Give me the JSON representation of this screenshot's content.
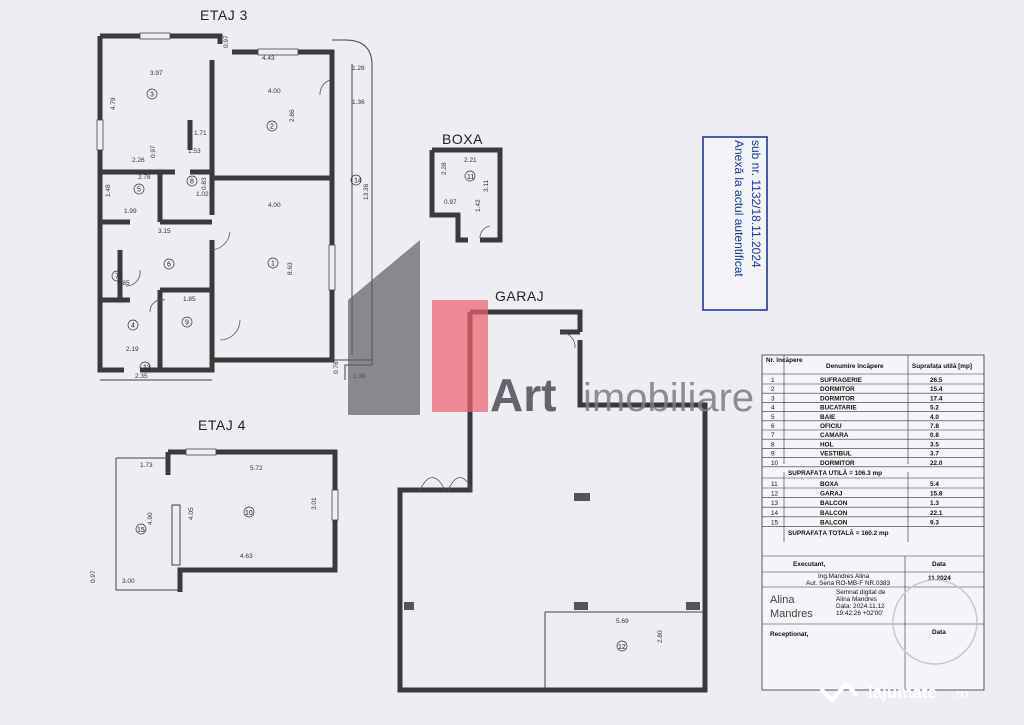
{
  "floor_labels": {
    "etaj3": "ETAJ 3",
    "boxa": "BOXA",
    "garaj": "GARAJ",
    "etaj4": "ETAJ 4"
  },
  "etaj3_dims": [
    "3.97",
    "4.43",
    "0.97",
    "1.28",
    "4.00",
    "1.36",
    "4.79",
    "2.86",
    "1.71",
    "1.53",
    "2.26",
    "0.97",
    "2.78",
    "0.83",
    "1.02",
    "1.48",
    "1.99",
    "4.00",
    "13.36",
    "3.15",
    "8.63",
    "1.85",
    "1.85",
    "2.19",
    "2.35",
    "0.76",
    "1.38"
  ],
  "etaj3_rooms": [
    "3",
    "2",
    "14",
    "5",
    "8",
    "6",
    "1",
    "7",
    "4",
    "9",
    "13"
  ],
  "boxa_dims": [
    "2.21",
    "2.28",
    "3.11",
    "0.97",
    "1.42"
  ],
  "boxa_room": "11",
  "etaj4_dims": [
    "1.73",
    "5.72",
    "4.90",
    "4.05",
    "3.01",
    "4.63",
    "0.97",
    "3.00"
  ],
  "etaj4_rooms": [
    "15",
    "10"
  ],
  "garaj_dims": [
    "5.69",
    "2.80"
  ],
  "garaj_room": "12",
  "stamp": {
    "line1": "Anexă la actul autentificat",
    "line2": "sub nr. 1132/18.11.2024"
  },
  "brand": {
    "art": "Art",
    "imob": "imobiliare"
  },
  "table": {
    "headers": [
      "Nr. încăpere",
      "Denumire încăpere",
      "Suprafața utilă [mp]"
    ],
    "rows_a": [
      [
        "1",
        "SUFRAGERIE",
        "26.5"
      ],
      [
        "2",
        "DORMITOR",
        "15.4"
      ],
      [
        "3",
        "DORMITOR",
        "17.4"
      ],
      [
        "4",
        "BUCATARIE",
        "5.2"
      ],
      [
        "5",
        "BAIE",
        "4.0"
      ],
      [
        "6",
        "OFICIU",
        "7.8"
      ],
      [
        "7",
        "CAMARA",
        "0.8"
      ],
      [
        "8",
        "HOL",
        "3.5"
      ],
      [
        "9",
        "VESTIBUL",
        "3.7"
      ],
      [
        "10",
        "DORMITOR",
        "22.0"
      ]
    ],
    "subtotal": "SUPRAFAȚA UTILĂ = 106.3 mp",
    "rows_b": [
      [
        "11",
        "BOXA",
        "5.4"
      ],
      [
        "12",
        "GARAJ",
        "15.8"
      ],
      [
        "13",
        "BALCON",
        "1.3"
      ],
      [
        "14",
        "BALCON",
        "22.1"
      ],
      [
        "15",
        "BALCON",
        "9.3"
      ]
    ],
    "total": "SUPRAFAȚA TOTALĂ = 160.2 mp",
    "executant": "Executant,",
    "data_label": "Data",
    "eng_line1": "Ing.Mandres Alina",
    "eng_line2": "Aut. Seria RO-MB-F NR.0383",
    "date_value": "11.2024",
    "sig_name1": "Alina",
    "sig_name2": "Mandres",
    "digital1": "Semnat digital de",
    "digital2": "Alina Mandres",
    "digital3": "Data: 2024.11.12",
    "digital4": "19:42:26 +02'00'",
    "receptionat": "Receptionat,",
    "data_label2": "Data"
  },
  "watermark": {
    "site": "lajumate",
    "tld": ".ro"
  }
}
